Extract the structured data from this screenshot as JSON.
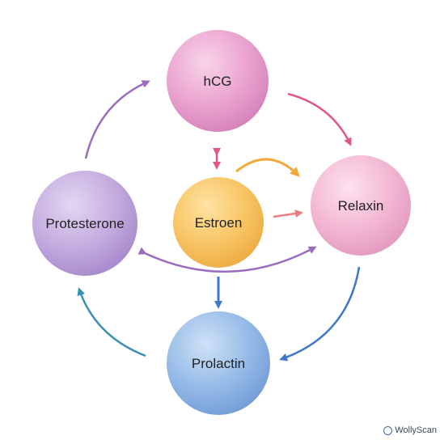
{
  "nodes": {
    "hcg": {
      "label": "hCG",
      "color": "#e89ccb"
    },
    "relaxin": {
      "label": "Relaxin",
      "color": "#f2b3d0"
    },
    "estrogen": {
      "label": "Estroen",
      "color": "#f7c360"
    },
    "progesterone": {
      "label": "Protesterone",
      "color": "#c2a9de"
    },
    "prolactin": {
      "label": "Prolactin",
      "color": "#8fb6e6"
    }
  },
  "arrow_colors": {
    "purple": "#9a6cc0",
    "pink": "#e0568a",
    "orange": "#f4a93a",
    "salmon": "#f07b86",
    "blue": "#3f78c8",
    "teal": "#3a8fb4"
  },
  "watermark": {
    "text": "WollyScan"
  }
}
